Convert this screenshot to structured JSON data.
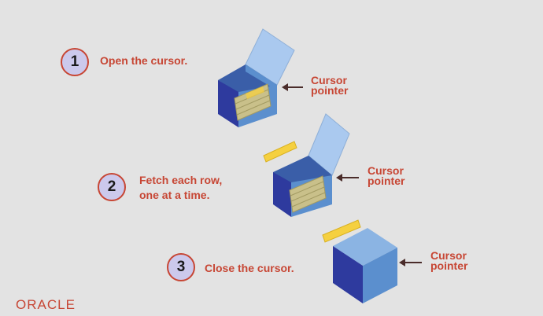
{
  "steps": [
    {
      "number": "1",
      "lines": [
        "Open the cursor."
      ]
    },
    {
      "number": "2",
      "lines": [
        "Fetch each row,",
        "one at a time."
      ]
    },
    {
      "number": "3",
      "lines": [
        "Close the cursor."
      ]
    }
  ],
  "cursor_labels": [
    {
      "lines": [
        "Cursor",
        "pointer"
      ]
    },
    {
      "lines": [
        "Cursor",
        "pointer"
      ]
    },
    {
      "lines": [
        "Cursor",
        "pointer"
      ]
    }
  ],
  "logo": "ORACLE",
  "colors": {
    "accent": "#c74634",
    "circle_fill": "#ccc9ec",
    "box_left": "#2e3a9e",
    "box_right": "#5b8fce",
    "box_top": "#8bb4e3",
    "lid": "#aac9ef",
    "row_fill": "#c9c08a",
    "fetched_row": "#f5d040",
    "background": "#e3e3e3"
  }
}
